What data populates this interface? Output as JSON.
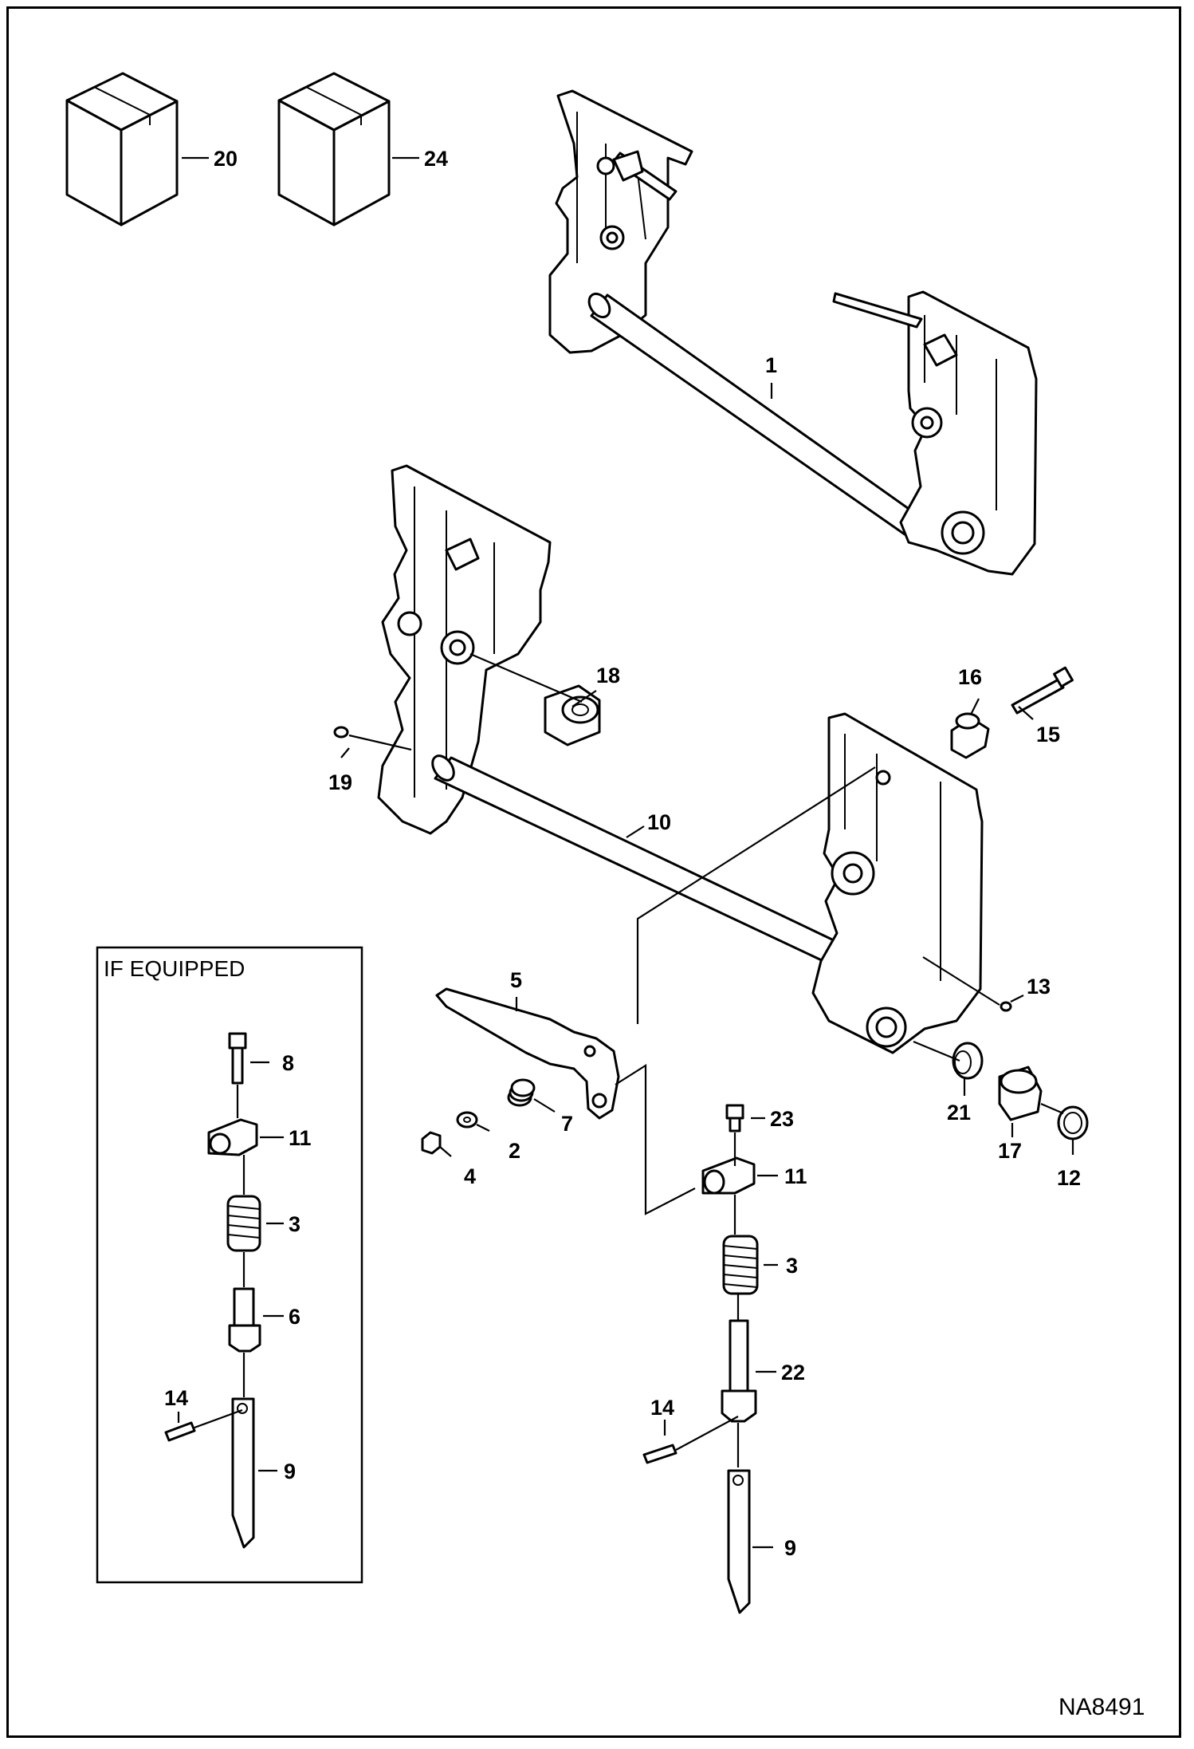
{
  "box": {
    "title": "IF EQUIPPED"
  },
  "drawing_code": "NA8491",
  "callouts": {
    "c1": "1",
    "c2": "2",
    "c3a": "3",
    "c3b": "3",
    "c4": "4",
    "c5": "5",
    "c6": "6",
    "c7": "7",
    "c8": "8",
    "c9a": "9",
    "c9b": "9",
    "c10": "10",
    "c11a": "11",
    "c11b": "11",
    "c12": "12",
    "c13": "13",
    "c14a": "14",
    "c14b": "14",
    "c15": "15",
    "c16": "16",
    "c17": "17",
    "c18": "18",
    "c19": "19",
    "c20": "20",
    "c21": "21",
    "c22": "22",
    "c23": "23",
    "c24": "24"
  }
}
